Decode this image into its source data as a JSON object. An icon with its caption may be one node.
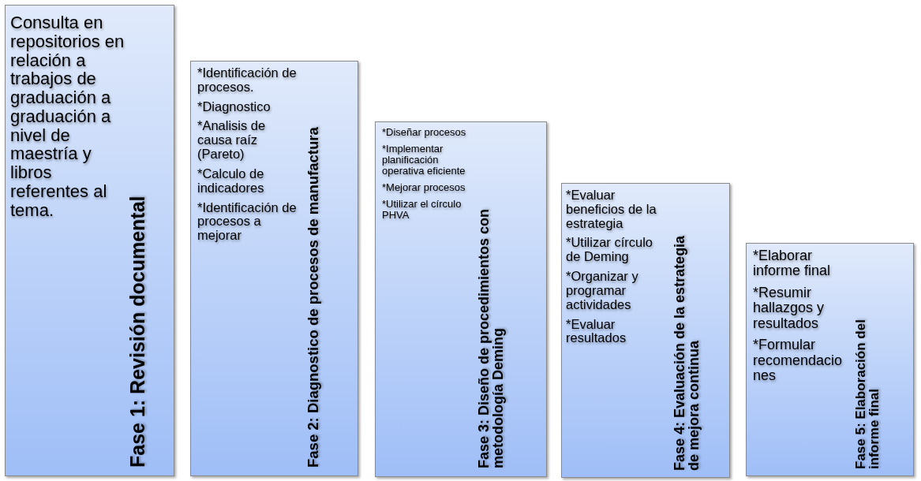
{
  "diagram": {
    "nodes": [
      {
        "text": [
          "Consulta en repositorios en relación a trabajos de graduación a graduación a nivel de maestría y libros referentes al tema.",
          "Fase 1: Revisión documental"
        ]
      },
      {
        "text": [
          "*Identificación de procesos.",
          "*Diagnostico",
          "*Analisis de causa raíz (Pareto)",
          "*Calculo de indicadores",
          "*Identificación de procesos a mejorar",
          "Fase 2: Diagnostico de procesos de manufactura"
        ]
      },
      {
        "text": [
          "*Diseñar procesos",
          "*Implementar planificación operativa eficiente",
          "*Mejorar procesos",
          "*Utilizar el círculo PHVA",
          "Fase 3: Diseño de procedimientos con metodología Deming"
        ]
      },
      {
        "text": [
          "*Evaluar beneficios de la estrategia",
          "*Utilizar círculo de Deming",
          "*Organizar y programar actividades",
          "*Evaluar resultados",
          "Fase 4: Evaluación de la estrategia de mejora continua"
        ]
      },
      {
        "text": [
          "*Elaborar informe final",
          "*Resumir hallazgos y resultados",
          "*Formular recomendaciones",
          "Fase 5: Elaboración del informe final"
        ]
      }
    ],
    "edges": []
  }
}
